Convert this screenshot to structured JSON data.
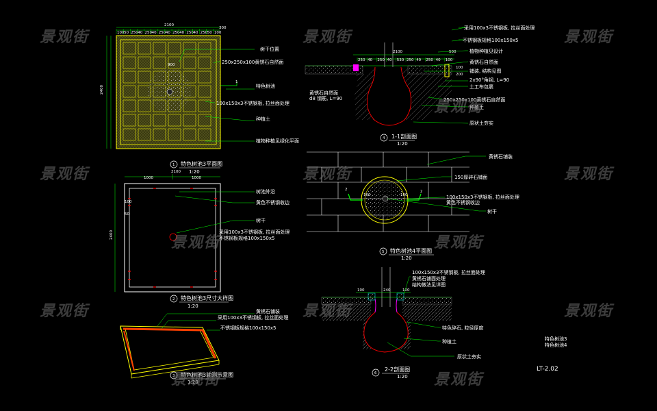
{
  "watermark": "景观街",
  "details": [
    {
      "num": "1",
      "title": "特色树池3平面图",
      "scale": "1:20"
    },
    {
      "num": "2",
      "title": "特色树池3尺寸大样图",
      "scale": "1:20"
    },
    {
      "num": "3",
      "title": "特色树池3轴测示意图",
      "scale": "1:20"
    },
    {
      "num": "4",
      "title": "1-1剖面图",
      "scale": "1:20"
    },
    {
      "num": "5",
      "title": "特色树池4平面图",
      "scale": "1:20"
    },
    {
      "num": "6",
      "title": "2-2剖面图",
      "scale": "1:20"
    }
  ],
  "plan1": {
    "top_dims": [
      "100",
      "50",
      "250",
      "40",
      "250",
      "40",
      "250",
      "40",
      "250",
      "40",
      "250",
      "40",
      "250",
      "50",
      "100"
    ],
    "overall_width": "2100",
    "right_offset": "300",
    "inner_dim": "900",
    "left_dim": "2400",
    "labels": [
      "树干位置",
      "250x250x100黄锈石自然面",
      "特色树池",
      "100x150x3不锈钢板, 拉丝面处理",
      "种植土",
      "植物种植见绿化平面"
    ],
    "section_mark": "1"
  },
  "plan2": {
    "top_dims": [
      "1000",
      "1000"
    ],
    "overall_width": "2100",
    "left_dim": "2400",
    "inner_dims": [
      "100",
      "50"
    ],
    "labels": [
      "树池外沿",
      "黄色不锈钢收边",
      "树干",
      "采用100x3不锈钢板, 拉丝面处理",
      "不锈钢板规格100x150x5"
    ]
  },
  "axo3": {
    "labels": [
      "黄锈石铺装",
      "采用100x3不锈钢板, 拉丝面处理",
      "不锈钢板规格100x150x5"
    ]
  },
  "section4": {
    "top_dims": [
      "250",
      "40",
      "250",
      "40",
      "530",
      "250",
      "40",
      "250",
      "40",
      "100"
    ],
    "overall_width": "2100",
    "right_dim": "500",
    "height_dims": [
      "100",
      "200"
    ],
    "labels": [
      "采用100x3不锈钢板, 拉丝面处理",
      "不锈钢板规格100x150x5",
      "植物种植见设计",
      "黄锈石自然面",
      "铺装, 结构见图",
      "2x90°角钢, L=90",
      "土工布包裹",
      "250x250x100黄锈石自然面",
      "种植土",
      "原状土夯实"
    ],
    "left_labels": [
      "黄锈石自然面",
      "d8 钢筋, L=90"
    ]
  },
  "plan5": {
    "labels": [
      "黄锈石铺装",
      "150厚碎石铺面",
      "100x150x3不锈钢板, 拉丝面处理",
      "黄色不锈钢收边",
      "树干"
    ],
    "dims": [
      "100",
      "100"
    ],
    "section_marks": [
      "2",
      "2"
    ]
  },
  "section6": {
    "dims": [
      "100",
      "240",
      "100"
    ],
    "labels": [
      "100x150x3不锈钢板, 拉丝面处理",
      "黄锈石铺面处理",
      "结构做法见详图",
      "特色碎石, 粒径厚度",
      "种植土",
      "原状土夯实"
    ]
  },
  "legend": [
    "特色树池3",
    "特色树池4"
  ],
  "sheet_number": "LT-2.02",
  "colors": {
    "background": "#000000",
    "yellow": "#ffff00",
    "green": "#00ff00",
    "red": "#ff0000",
    "cyan": "#00ffff",
    "magenta": "#ff00ff",
    "white": "#ffffff",
    "gray": "#808080"
  }
}
